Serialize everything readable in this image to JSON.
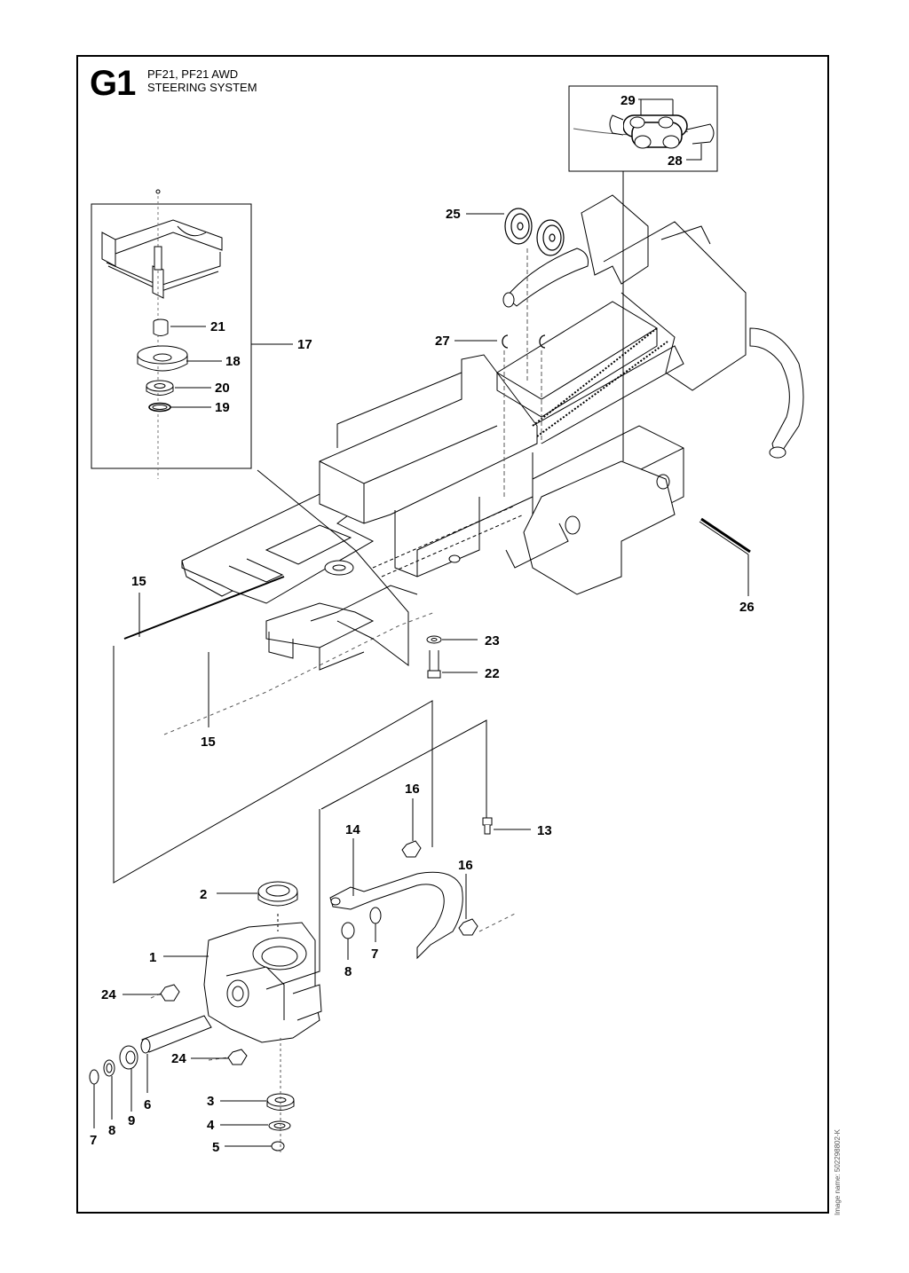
{
  "header": {
    "code": "G1",
    "model_line": "PF21, PF21 AWD",
    "system_line": "STEERING SYSTEM"
  },
  "footer": {
    "image_name": "Image name: 502298802-K"
  },
  "callouts": {
    "p29": "29",
    "p28": "28",
    "p25": "25",
    "p27": "27",
    "p21": "21",
    "p17": "17",
    "p18": "18",
    "p20": "20",
    "p19": "19",
    "p15a": "15",
    "p26": "26",
    "p23": "23",
    "p22": "22",
    "p15b": "15",
    "p16a": "16",
    "p13": "13",
    "p14": "14",
    "p16b": "16",
    "p2": "2",
    "p1": "1",
    "p8a": "8",
    "p7a": "7",
    "p24a": "24",
    "p24b": "24",
    "p6": "6",
    "p3": "3",
    "p4": "4",
    "p5": "5",
    "p7b": "7",
    "p8b": "8",
    "p9": "9"
  }
}
